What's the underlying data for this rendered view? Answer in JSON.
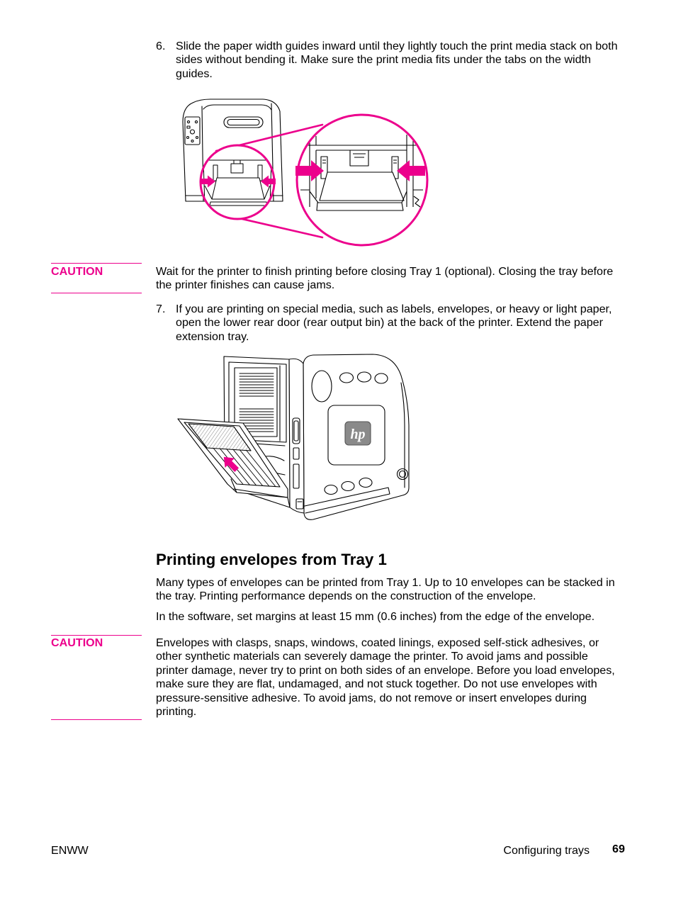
{
  "steps": [
    {
      "number": "6.",
      "lines": [
        "Slide the paper width guides inward until they lightly touch the print media stack on both",
        "sides without bending it. Make sure the print media fits under the tabs on the width",
        "guides."
      ]
    },
    {
      "number": "7.",
      "lines": [
        "If you are printing on special media, such as labels, envelopes, or heavy or light paper,",
        "open the lower rear door (rear output bin) at the back of the printer. Extend the paper",
        "extension tray."
      ]
    }
  ],
  "cautions": [
    {
      "label": "CAUTION",
      "lines": [
        "Wait for the printer to finish printing before closing Tray 1 (optional). Closing the tray before",
        "the printer finishes can cause jams."
      ]
    },
    {
      "label": "CAUTION",
      "lines": [
        "Envelopes with clasps, snaps, windows, coated linings, exposed self-stick adhesives, or",
        "other synthetic materials can severely damage the printer. To avoid jams and possible",
        "printer damage, never try to print on both sides of an envelope. Before you load envelopes,",
        "make sure they are flat, undamaged, and not stuck together. Do not use envelopes with",
        "pressure-sensitive adhesive. To avoid jams, do not remove or insert envelopes during",
        "printing."
      ]
    }
  ],
  "section": {
    "heading": "Printing envelopes from Tray 1",
    "paragraphs": [
      {
        "lines": [
          "Many types of envelopes can be printed from Tray 1. Up to 10 envelopes can be stacked in",
          "the tray. Printing performance depends on the construction of the envelope."
        ]
      },
      {
        "lines": [
          "In the software, set margins at least 15 mm (0.6 inches) from the edge of the envelope."
        ]
      }
    ]
  },
  "figures": {
    "rear_door": {
      "logo_text": "hp"
    }
  },
  "footer": {
    "left": "ENWW",
    "section_title": "Configuring trays",
    "page_number": "69"
  },
  "colors": {
    "accent": "#EC008C",
    "text": "#000000",
    "logo_fill": "#8A8A8A"
  }
}
